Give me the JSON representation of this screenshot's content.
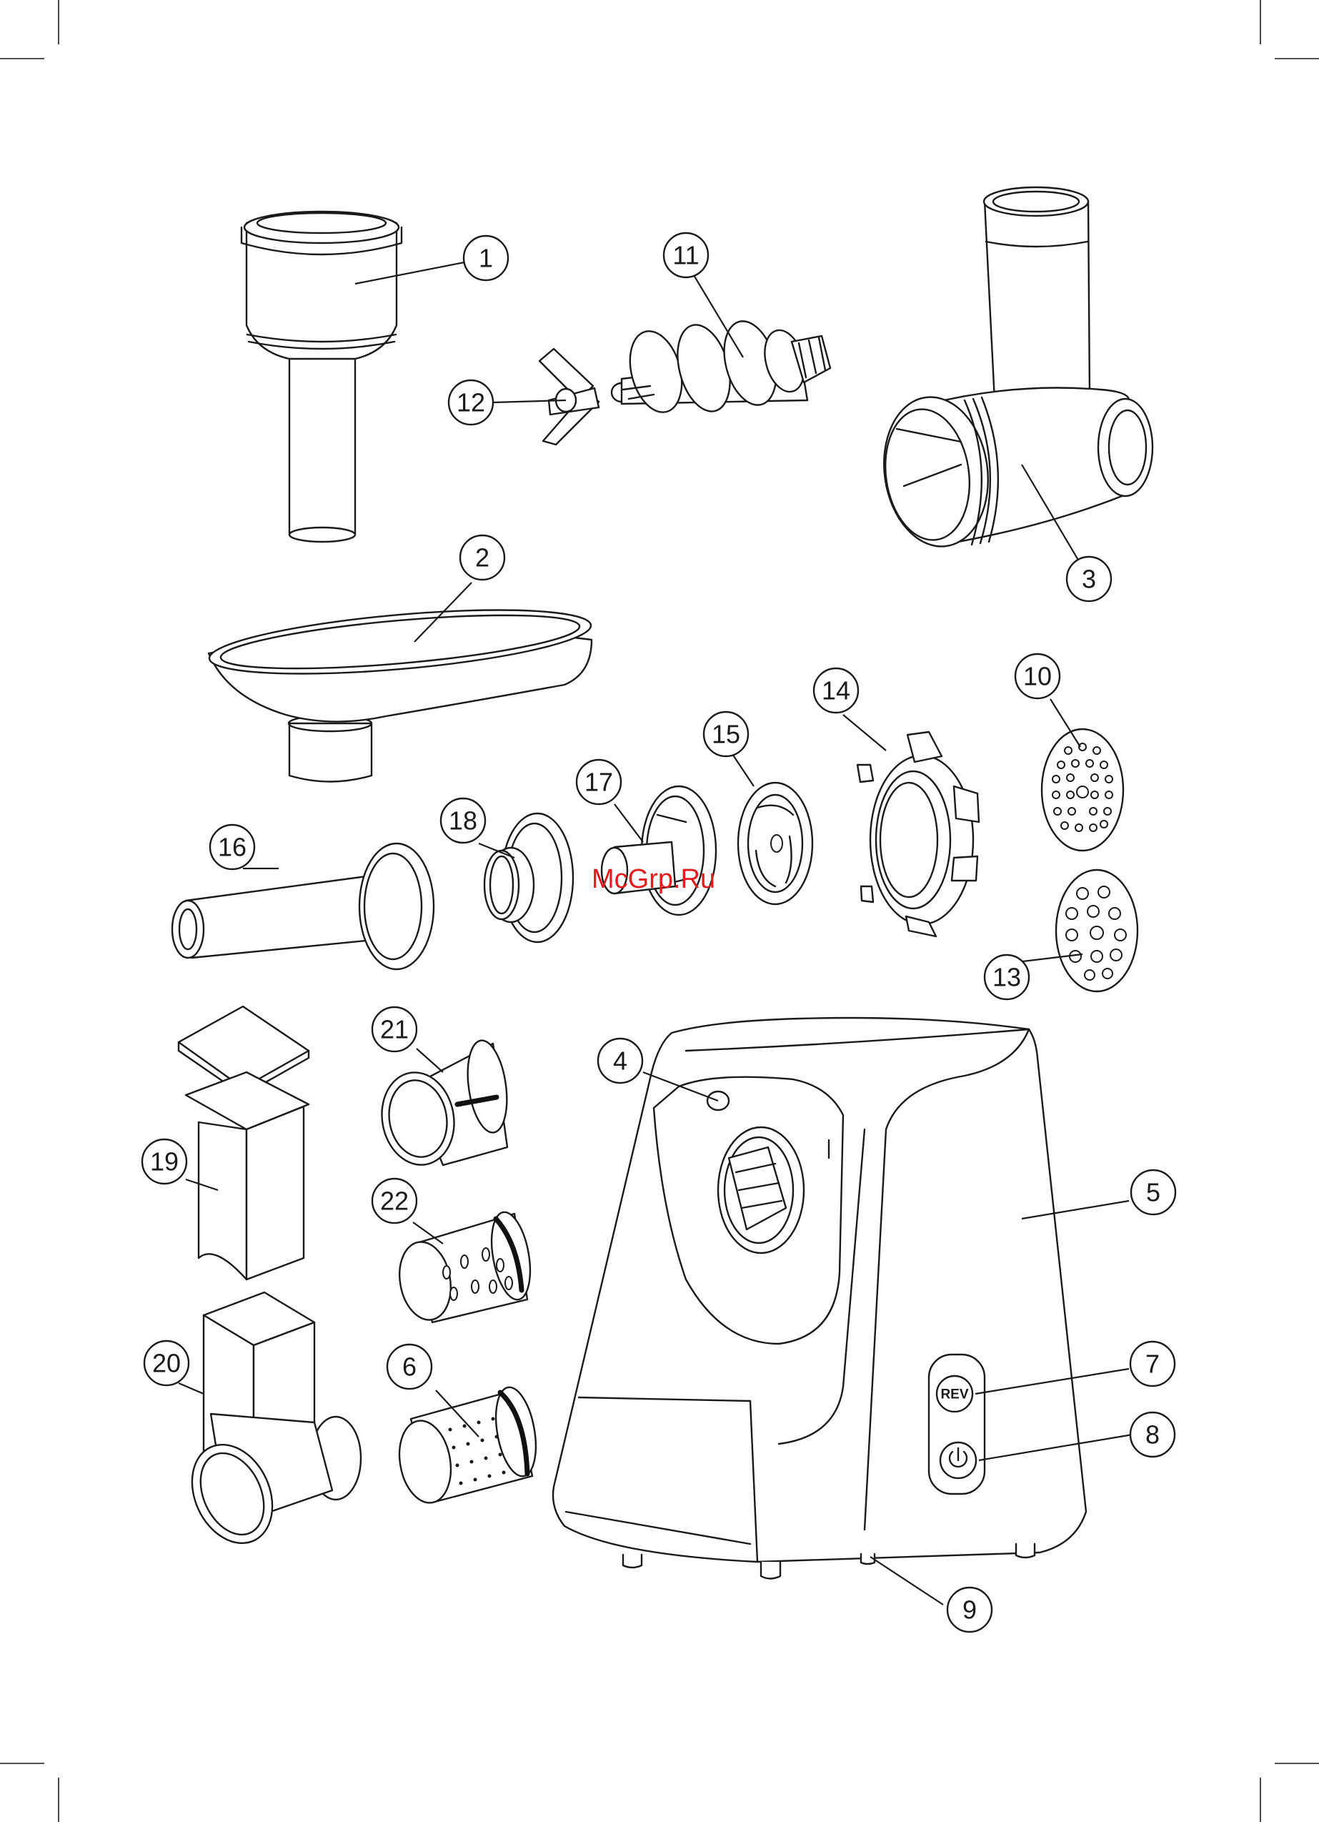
{
  "watermark": "McGrp.Ru",
  "buttons": {
    "reverse_label": "REV"
  },
  "callouts": [
    {
      "id": "callout-1",
      "label": "1"
    },
    {
      "id": "callout-2",
      "label": "2"
    },
    {
      "id": "callout-3",
      "label": "3"
    },
    {
      "id": "callout-4",
      "label": "4"
    },
    {
      "id": "callout-5",
      "label": "5"
    },
    {
      "id": "callout-6",
      "label": "6"
    },
    {
      "id": "callout-7",
      "label": "7"
    },
    {
      "id": "callout-8",
      "label": "8"
    },
    {
      "id": "callout-9",
      "label": "9"
    },
    {
      "id": "callout-10",
      "label": "10"
    },
    {
      "id": "callout-11",
      "label": "11"
    },
    {
      "id": "callout-12",
      "label": "12"
    },
    {
      "id": "callout-13",
      "label": "13"
    },
    {
      "id": "callout-14",
      "label": "14"
    },
    {
      "id": "callout-15",
      "label": "15"
    },
    {
      "id": "callout-16",
      "label": "16"
    },
    {
      "id": "callout-17",
      "label": "17"
    },
    {
      "id": "callout-18",
      "label": "18"
    },
    {
      "id": "callout-19",
      "label": "19"
    },
    {
      "id": "callout-20",
      "label": "20"
    },
    {
      "id": "callout-21",
      "label": "21"
    },
    {
      "id": "callout-22",
      "label": "22"
    }
  ]
}
